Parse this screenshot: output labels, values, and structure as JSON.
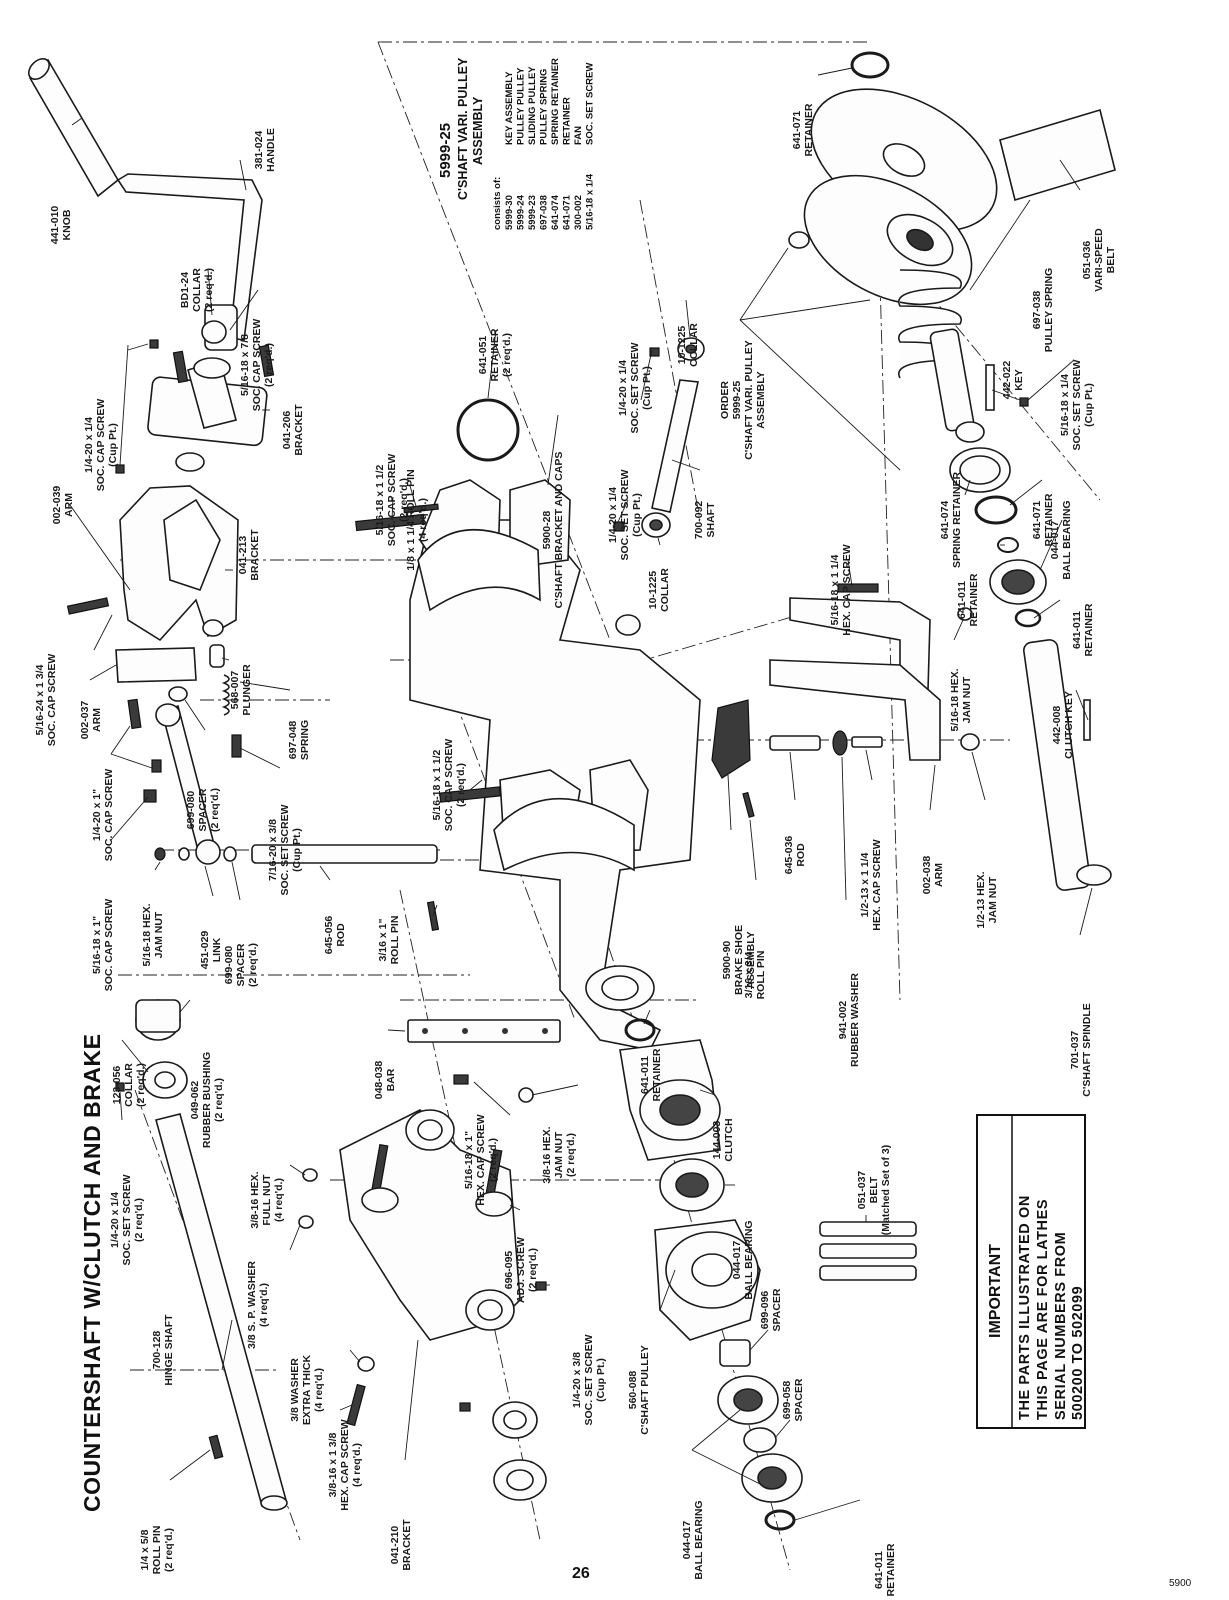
{
  "page": {
    "title": "COUNTERSHAFT W/CLUTCH AND BRAKE",
    "page_number": "26",
    "corner_code": "5900"
  },
  "assembly": {
    "number": "5999-25",
    "title_line1": "C'SHAFT VARI. PULLEY",
    "title_line2": "ASSEMBLY",
    "consists_label": "consists of:",
    "rows": [
      {
        "part": "5999-30",
        "desc": "KEY ASSEMBLY"
      },
      {
        "part": "5999-24",
        "desc": "PULLEY PULLEY"
      },
      {
        "part": "5999-23",
        "desc": "SLIDING PULLEY"
      },
      {
        "part": "697-038",
        "desc": "PULLEY SPRING"
      },
      {
        "part": "641-074",
        "desc": "SPRING RETAINER"
      },
      {
        "part": "641-071",
        "desc": "RETAINER"
      },
      {
        "part": "300-002",
        "desc": "FAN"
      },
      {
        "part": "5/16-18 x 1/4",
        "desc": "SOC. SET SCREW"
      }
    ]
  },
  "important": {
    "title": "IMPORTANT",
    "lines": [
      "THE PARTS ILLUSTRATED ON",
      "THIS PAGE ARE FOR LATHES",
      "SERIAL NUMBERS FROM",
      "500200 TO 502099"
    ]
  },
  "labels": {
    "knob": [
      "441-010",
      "KNOB"
    ],
    "handle": [
      "381-024",
      "HANDLE"
    ],
    "collar_bd": [
      "BD1-24",
      "COLLAR",
      "(2 req'd.)"
    ],
    "capscrew_5_16_78": [
      "5/16-18 x 7/8",
      "SOC. CAP SCREW",
      "(2 req'd.)"
    ],
    "capscrew_cup": [
      "1/4-20 x 1/4",
      "SOC. CAP SCREW",
      "(Cup Pt.)"
    ],
    "bracket_206": [
      "041-206",
      "BRACKET"
    ],
    "arm_039": [
      "002-039",
      "ARM"
    ],
    "bracket_213": [
      "041-213",
      "BRACKET"
    ],
    "capscrew_24": [
      "5/16-24 x 1 3/4",
      "SOC. CAP SCREW"
    ],
    "plunger": [
      "568-007",
      "PLUNGER"
    ],
    "arm_037": [
      "002-037",
      "ARM"
    ],
    "spring_048": [
      "697-048",
      "SPRING"
    ],
    "capscrew_1": [
      "1/4-20 x 1\"",
      "SOC. CAP SCREW"
    ],
    "spacer_080a": [
      "699-080",
      "SPACER",
      "(2 req'd.)"
    ],
    "setscrew_38": [
      "7/16-20 x 3/8",
      "SOC. SET SCREW",
      "(Cup Pt.)"
    ],
    "capscrew_18_1": [
      "5/16-18 x 1\"",
      "SOC. CAP SCREW"
    ],
    "jamnut_516": [
      "5/16-18 HEX.",
      "JAM NUT"
    ],
    "link": [
      "451-029",
      "LINK"
    ],
    "spacer_080b": [
      "699-080",
      "SPACER",
      "(2 req'd.)"
    ],
    "rod_056": [
      "645-056",
      "ROD"
    ],
    "rollpin_316": [
      "3/16 x 1\"",
      "ROLL PIN"
    ],
    "capscrew_112_top": [
      "5/16-18 x 1 1/2",
      "SOC. CAP SCREW",
      "(2 req'd.)"
    ],
    "rollpin_114": [
      "1/8 x 1 1/4 ROLL PIN",
      "(4 req'd.)"
    ],
    "retainer_051": [
      "641-051",
      "RETAINER",
      "(2 req'd.)"
    ],
    "bracket_caps": [
      "5900-28",
      "C'SHAFT BRACKET AND CAPS"
    ],
    "capscrew_112_mid": [
      "5/16-18 x 1 1/2",
      "SOC. CAP SCREW",
      "(2 req'd.)"
    ],
    "setscrew_14_top": [
      "1/4-20 x 1/4",
      "SOC. SET SCREW",
      "(Cup Pt.)"
    ],
    "collar_1225_top": [
      "10-1225",
      "COLLAR"
    ],
    "order": [
      "ORDER",
      "5999-25",
      "C'SHAFT VARI. PULLEY",
      "ASSEMBLY"
    ],
    "setscrew_14_mid": [
      "1/4-20 x 1/4",
      "SOC. SET SCREW",
      "(Cup Pt.)"
    ],
    "shaft_092": [
      "700-092",
      "SHAFT"
    ],
    "collar_1225_bot": [
      "10-1225",
      "COLLAR"
    ],
    "retainer_071_top": [
      "641-071",
      "RETAINER"
    ],
    "belt_036": [
      "051-036",
      "VARI-SPEED",
      "BELT"
    ],
    "pulley_spring": [
      "697-038",
      "PULLEY SPRING"
    ],
    "setscrew_516_14": [
      "5/16-18 x 1/4",
      "SOC. SET SCREW",
      "(Cup Pt.)"
    ],
    "key_022": [
      "442-022",
      "KEY"
    ],
    "spring_retainer": [
      "641-074",
      "SPRING RETAINER"
    ],
    "retainer_071_mid": [
      "641-071",
      "RETAINER"
    ],
    "ball_bearing_top": [
      "044-017",
      "BALL BEARING"
    ],
    "retainer_011_a": [
      "641-011",
      "RETAINER"
    ],
    "retainer_011_b": [
      "641-011",
      "RETAINER"
    ],
    "hexcap_114": [
      "5/16-18 x 1 1/4",
      "HEX. CAP SCREW"
    ],
    "jamnut_516_hex": [
      "5/16-18 HEX.",
      "JAM NUT"
    ],
    "clutch_key": [
      "442-008",
      "CLUTCH KEY"
    ],
    "brake_shoe": [
      "5900-90",
      "BRAKE SHOE",
      "ASSEMBLY"
    ],
    "rod_036": [
      "645-036",
      "ROD"
    ],
    "rollpin_34": [
      "3/16 x 3/4",
      "ROLL PIN"
    ],
    "rubber_washer": [
      "941-002",
      "RUBBER WASHER"
    ],
    "hexcap_12": [
      "1/2-13 x 1 1/4",
      "HEX. CAP SCREW"
    ],
    "arm_038": [
      "002-038",
      "ARM"
    ],
    "jamnut_12": [
      "1/2-13 HEX.",
      "JAM NUT"
    ],
    "spindle": [
      "701-037",
      "C'SHAFT SPINDLE"
    ],
    "collar_056": [
      "123-056",
      "COLLAR",
      "(2 req'd.)"
    ],
    "rubber_bushing": [
      "049-062",
      "RUBBER BUSHING",
      "(2 req'd.)"
    ],
    "setscrew_14_2": [
      "1/4-20 x 1/4",
      "SOC. SET SCREW",
      "(2 req'd.)"
    ],
    "bar": [
      "048-038",
      "BAR"
    ],
    "retainer_011_c": [
      "641-011",
      "RETAINER"
    ],
    "fullnut": [
      "3/8-16 HEX.",
      "FULL NUT",
      "(4 req'd.)"
    ],
    "hexcap_1": [
      "5/16-18 x 1\"",
      "HEX. CAP SCREW",
      "(2 req'd.)"
    ],
    "jamnut_38": [
      "3/8-16 HEX.",
      "JAM NUT",
      "(2 req'd.)"
    ],
    "clutch": [
      "144-003",
      "CLUTCH"
    ],
    "sp_washer": [
      "3/8 S. P. WASHER",
      "(4 req'd.)"
    ],
    "adj_screw": [
      "696-095",
      "ADJ. SCREW",
      "(2 req'd.)"
    ],
    "ball_bearing_mid": [
      "044-017",
      "BALL BEARING"
    ],
    "belt_037": [
      "051-037",
      "BELT",
      "(Matched Set of 3)"
    ],
    "washer_extra": [
      "3/8 WASHER",
      "EXTRA THICK",
      "(4 req'd.)"
    ],
    "hinge_shaft": [
      "700-128",
      "HINGE SHAFT"
    ],
    "hexcap_138": [
      "3/8-16 x 1 3/8",
      "HEX. CAP SCREW",
      "(4 req'd.)"
    ],
    "setscrew_38_cup": [
      "1/4-20 x 3/8",
      "SOC. SET SCREW",
      "(Cup Pt.)"
    ],
    "pulley_088": [
      "560-088",
      "C'SHAFT PULLEY"
    ],
    "spacer_096": [
      "699-096",
      "SPACER"
    ],
    "spacer_058": [
      "699-058",
      "SPACER"
    ],
    "rollpin_58": [
      "1/4 x 5/8",
      "ROLL PIN",
      "(2 req'd.)"
    ],
    "bracket_210": [
      "041-210",
      "BRACKET"
    ],
    "ball_bearing_bot": [
      "044-017",
      "BALL BEARING"
    ],
    "retainer_011_d": [
      "641-011",
      "RETAINER"
    ]
  }
}
